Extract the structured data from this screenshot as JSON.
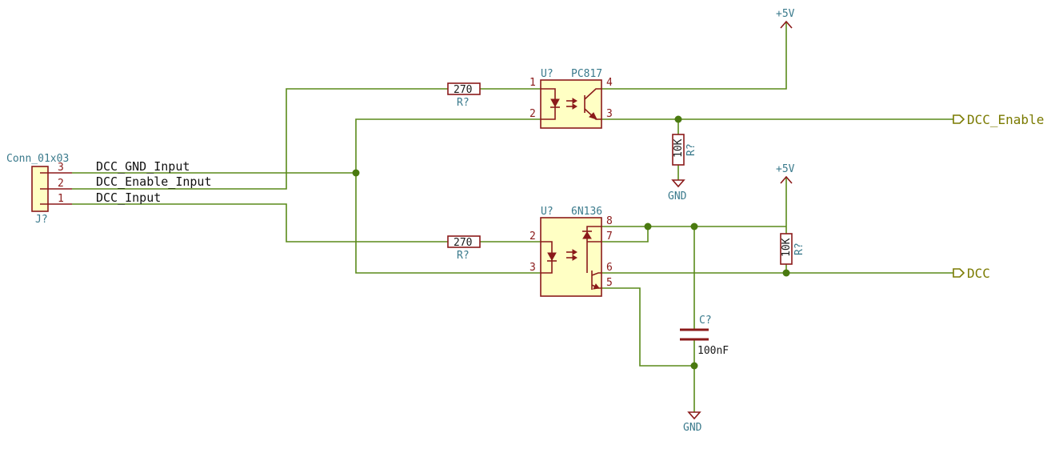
{
  "connector": {
    "value": "Conn_01x03",
    "ref": "J?",
    "pins": [
      "3",
      "2",
      "1"
    ]
  },
  "nets": {
    "gnd_input": "DCC_GND_Input",
    "enable_input": "DCC_Enable_Input",
    "dcc_input": "DCC_Input"
  },
  "opto1": {
    "ref": "U?",
    "value": "PC817",
    "pins": {
      "p1": "1",
      "p2": "2",
      "p3": "3",
      "p4": "4"
    }
  },
  "opto2": {
    "ref": "U?",
    "value": "6N136",
    "pins": {
      "p2": "2",
      "p3": "3",
      "p5": "5",
      "p6": "6",
      "p7": "7",
      "p8": "8"
    }
  },
  "r1": {
    "value": "270",
    "ref": "R?"
  },
  "r2": {
    "value": "270",
    "ref": "R?"
  },
  "r3": {
    "value": "10K",
    "ref": "R?"
  },
  "r4": {
    "value": "10K",
    "ref": "R?"
  },
  "cap": {
    "ref": "C?",
    "value": "100nF"
  },
  "power": {
    "vcc_top": "+5V",
    "vcc_mid": "+5V",
    "gnd_top": "GND",
    "gnd_bottom": "GND"
  },
  "labels": {
    "dcc_enable": "DCC_Enable",
    "dcc": "DCC"
  }
}
